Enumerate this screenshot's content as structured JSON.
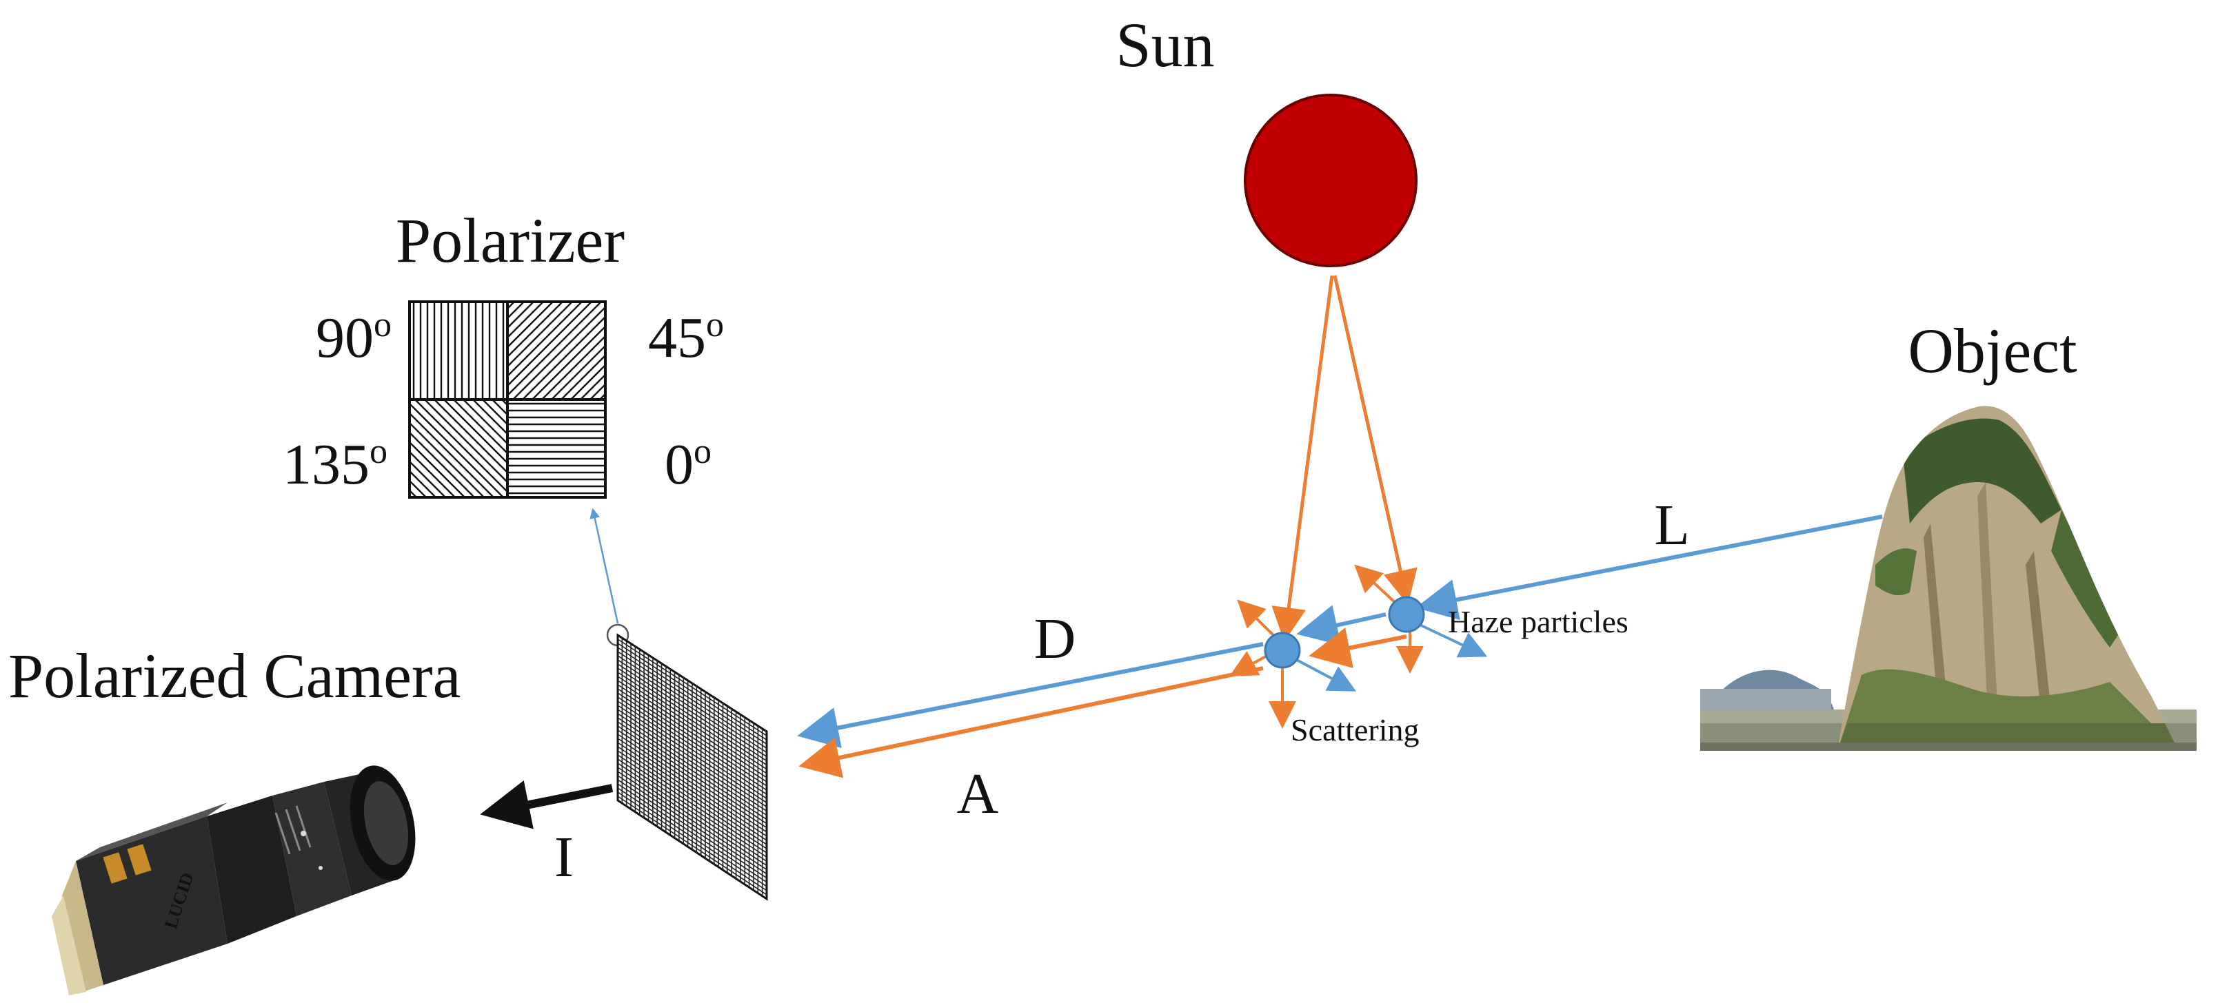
{
  "labels": {
    "sun": "Sun",
    "polarizer": "Polarizer",
    "angle_90": "90",
    "angle_45": "45",
    "angle_135": "135",
    "angle_0": "0",
    "degree_mark": "o",
    "object": "Object",
    "camera": "Polarized Camera",
    "haze_particles": "Haze particles",
    "scattering": "Scattering",
    "D": "D",
    "A": "A",
    "L": "L",
    "I": "I",
    "camera_brand": "LUCID"
  },
  "colors": {
    "sun_fill": "#c00000",
    "sun_stroke": "#6b0000",
    "direct_light": "#5b9bd5",
    "airlight": "#ed7d31",
    "particle": "#5b9bd5",
    "ink": "#111111"
  },
  "icons": {
    "sun": "sun-disc",
    "object": "rock-island-photo",
    "camera": "polarized-camera-photo",
    "polarizer": "polarizer-grid-icon"
  }
}
